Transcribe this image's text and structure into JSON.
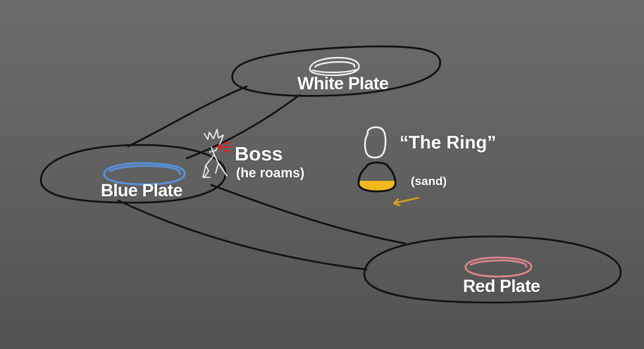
{
  "plates": {
    "white": {
      "label": "White Plate",
      "color": "#f2f2f2"
    },
    "blue": {
      "label": "Blue Plate",
      "color": "#5b8fd6"
    },
    "red": {
      "label": "Red Plate",
      "color": "#e0878f"
    }
  },
  "boss": {
    "label": "Boss",
    "note": "(he roams)",
    "color": "#f4f4f4",
    "accent": "#e0201b"
  },
  "ring": {
    "label": "“The Ring”",
    "sand_label": "(sand)",
    "sand_color": "#f2b91c",
    "arrow_color": "#d9a21b"
  },
  "outline_color": "#111111"
}
